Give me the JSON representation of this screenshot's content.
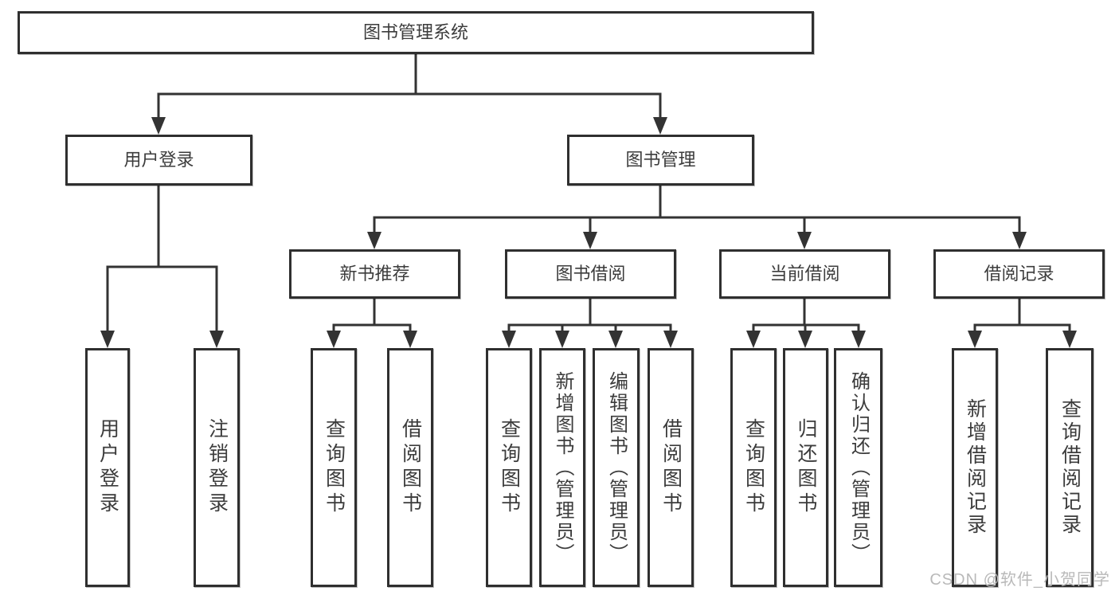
{
  "diagram": {
    "root": {
      "label": "图书管理系统"
    },
    "branches": [
      {
        "label": "用户登录",
        "children": [
          {
            "label": "用户登录"
          },
          {
            "label": "注销登录"
          }
        ]
      },
      {
        "label": "图书管理",
        "modules": [
          {
            "label": "新书推荐",
            "children": [
              {
                "label": "查询图书"
              },
              {
                "label": "借阅图书"
              }
            ]
          },
          {
            "label": "图书借阅",
            "children": [
              {
                "label": "查询图书"
              },
              {
                "label": "新增图书（管理员）"
              },
              {
                "label": "编辑图书（管理员）"
              },
              {
                "label": "借阅图书"
              }
            ]
          },
          {
            "label": "当前借阅",
            "children": [
              {
                "label": "查询图书"
              },
              {
                "label": "归还图书"
              },
              {
                "label": "确认归还（管理员）"
              }
            ]
          },
          {
            "label": "借阅记录",
            "children": [
              {
                "label": "新增借阅记录"
              },
              {
                "label": "查询借阅记录"
              }
            ]
          }
        ]
      }
    ]
  },
  "watermark": {
    "text": "CSDN @软件_小贺同学"
  },
  "colors": {
    "line": "#333333",
    "box_border": "#2f2f2f",
    "text": "#3c3c3c",
    "watermark": "#b9b9b9",
    "background": "#ffffff"
  }
}
